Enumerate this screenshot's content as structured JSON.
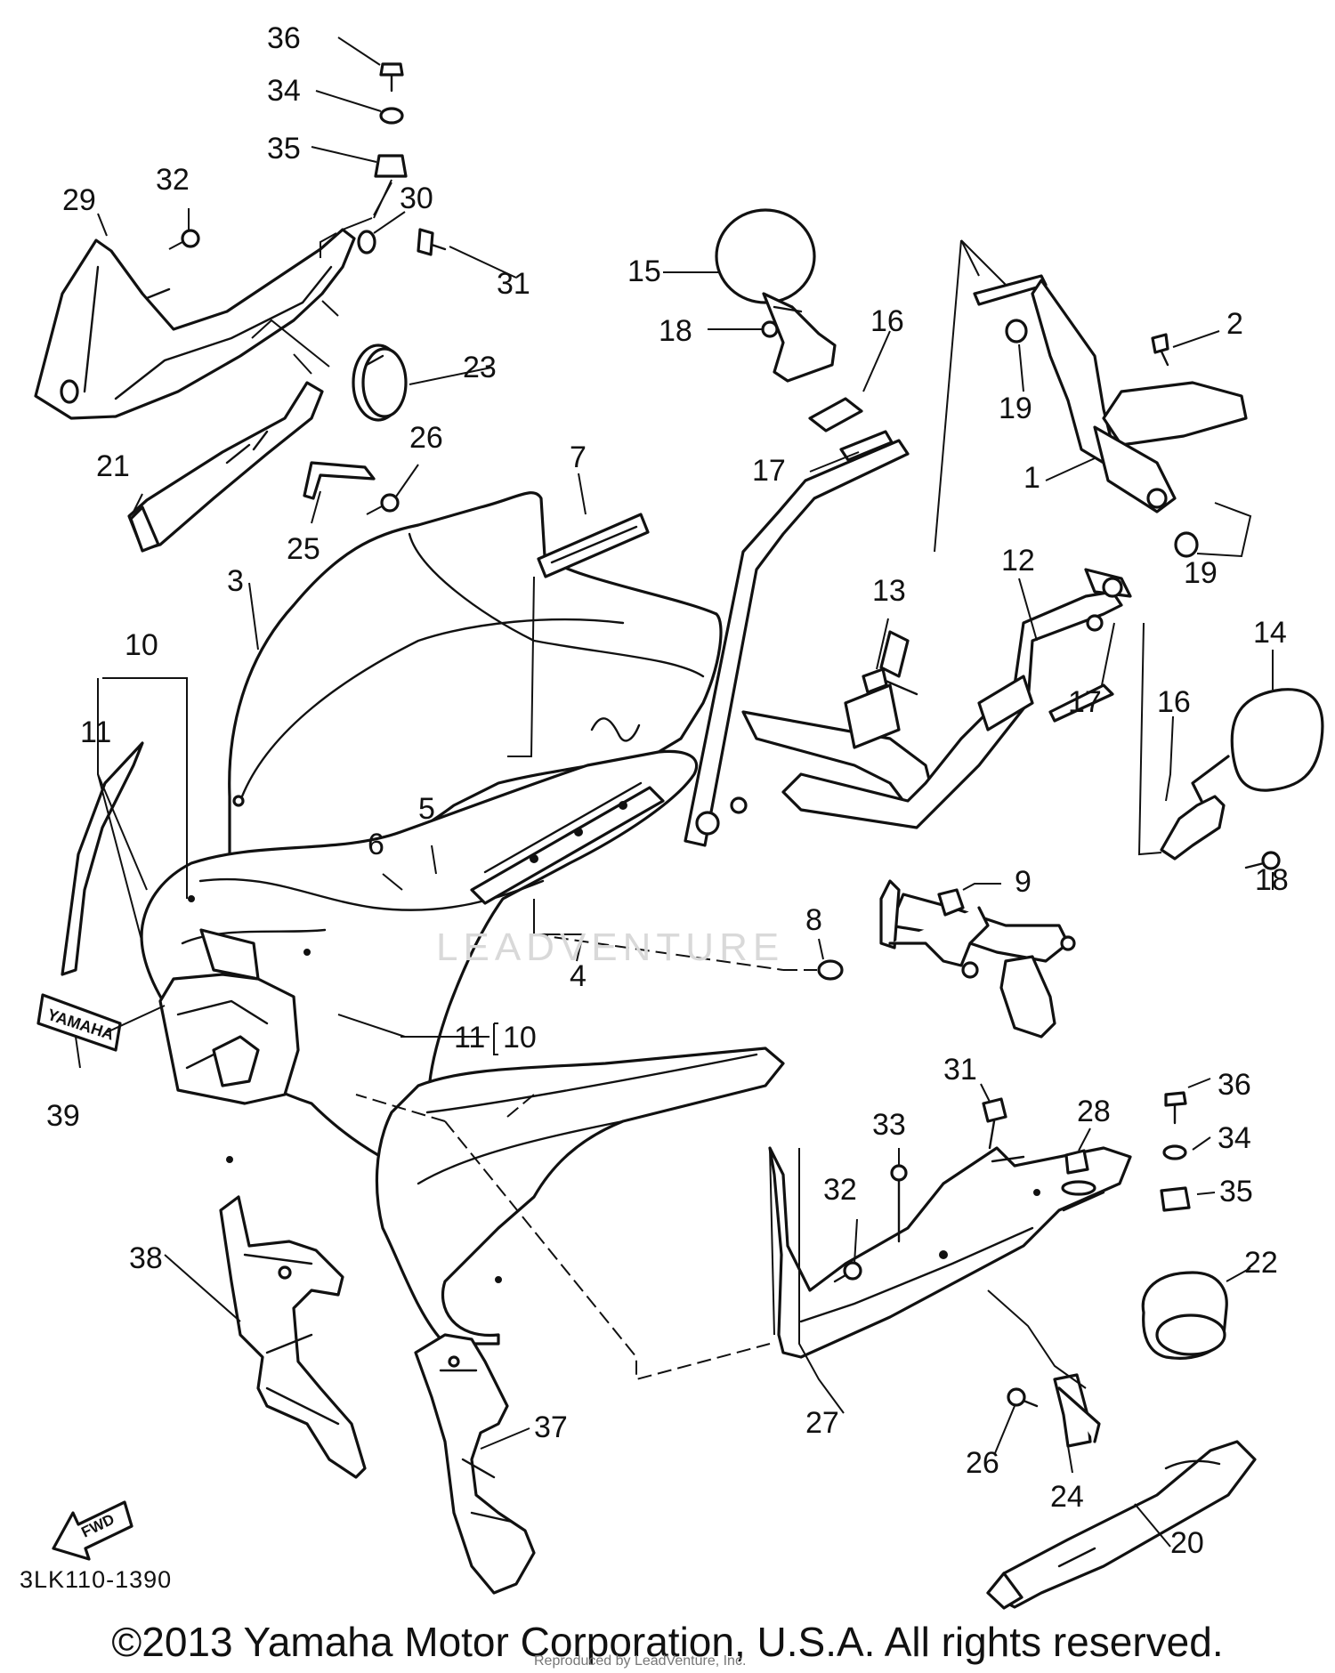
{
  "diagram": {
    "code": "3LK110-1390",
    "copyright": "©2013 Yamaha Motor Corporation, U.S.A. All rights reserved.",
    "watermark": "LEADVENTURE",
    "reproduced_note": "Reproduced by LeadVenture, Inc.",
    "decal_text": "YAMAHA",
    "fwd_text": "FWD",
    "callouts": {
      "c36a": "36",
      "c34a": "34",
      "c35a": "35",
      "c32a": "32",
      "c29": "29",
      "c30": "30",
      "c31a": "31",
      "c23": "23",
      "c21": "21",
      "c26a": "26",
      "c25": "25",
      "c15": "15",
      "c18a": "18",
      "c16a": "16",
      "c17a": "17",
      "c2": "2",
      "c19a": "19",
      "c1": "1",
      "c19b": "19",
      "c7": "7",
      "c3": "3",
      "c13": "13",
      "c12": "12",
      "c14": "14",
      "c17b": "17",
      "c16b": "16",
      "c18b": "18",
      "c10a": "10",
      "c11a": "11",
      "c6": "6",
      "c5": "5",
      "c9": "9",
      "c8": "8",
      "c4": "4",
      "c11b": "11",
      "c10b": "10",
      "c39": "39",
      "c31b": "31",
      "c33": "33",
      "c28": "28",
      "c36b": "36",
      "c34b": "34",
      "c32b": "32",
      "c35b": "35",
      "c22": "22",
      "c38": "38",
      "c37": "37",
      "c27": "27",
      "c26b": "26",
      "c24": "24",
      "c20": "20"
    }
  }
}
